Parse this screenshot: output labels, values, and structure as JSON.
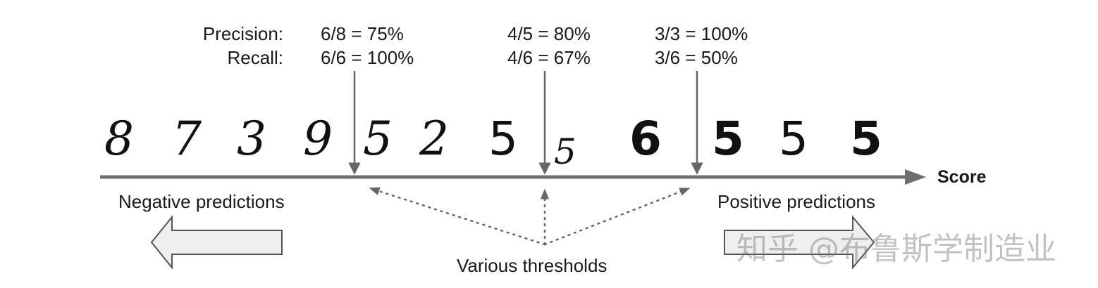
{
  "labels": {
    "precision": "Precision:",
    "recall": "Recall:",
    "score": "Score",
    "negative": "Negative predictions",
    "positive": "Positive predictions",
    "thresholds": "Various thresholds"
  },
  "thresholds": [
    {
      "precision": "6/8 = 75%",
      "recall": "6/6 = 100%"
    },
    {
      "precision": "4/5 = 80%",
      "recall": "4/6 = 67%"
    },
    {
      "precision": "3/3 = 100%",
      "recall": "3/6 = 50%"
    }
  ],
  "digits": [
    "8",
    "7",
    "3",
    "9",
    "5",
    "2",
    "5",
    "5",
    "6",
    "5",
    "5",
    "5"
  ],
  "watermark": "知乎 @布鲁斯学制造业",
  "colors": {
    "axis": "#6e6e6e",
    "arrow_fill": "#efefef",
    "arrow_stroke": "#555555"
  }
}
